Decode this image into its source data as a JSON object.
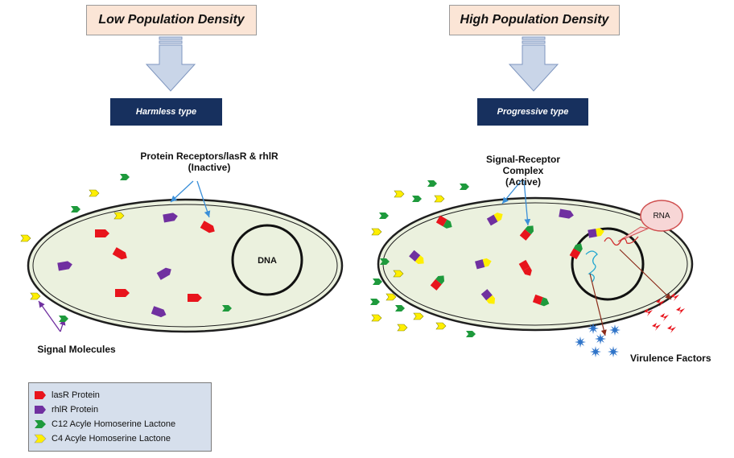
{
  "panels": {
    "low": {
      "title": "Low Population Density",
      "type_label": "Harmless type",
      "receptor_label_line1": "Protein Receptors/lasR & rhlR",
      "receptor_label_line2": "(Inactive)",
      "signal_label": "Signal Molecules",
      "dna_label": "DNA"
    },
    "high": {
      "title": "High Population Density",
      "type_label": "Progressive type",
      "complex_label_line1": "Signal-Receptor Complex",
      "complex_label_line2": "(Active)",
      "rna_label": "RNA",
      "virulence_label": "Virulence Factors"
    }
  },
  "legend": {
    "items": [
      {
        "label": "lasR Protein",
        "shape": "pentagon",
        "color": "#e8141c"
      },
      {
        "label": "rhlR Protein",
        "shape": "pentagon",
        "color": "#7030a0"
      },
      {
        "label": "C12 Acyle Homoserine Lactone",
        "shape": "chevron",
        "color": "#1e9a3c"
      },
      {
        "label": "C4   Acyle Homoserine Lactone",
        "shape": "chevron",
        "color": "#ffef00"
      }
    ]
  },
  "colors": {
    "cell_fill": "#ebf1de",
    "cell_stroke": "#1f1f1f",
    "arrow_fill": "#c9d5e8",
    "arrow_stroke": "#7f96bf",
    "pointer_blue": "#3a8fd8",
    "pointer_purple": "#7030a0",
    "pointer_brown": "#8b2b1a",
    "virulence_red": "#e8141c",
    "virulence_blue": "#2f74c9",
    "rna_fill": "#f7d6d6",
    "rna_stroke": "#d05050"
  }
}
